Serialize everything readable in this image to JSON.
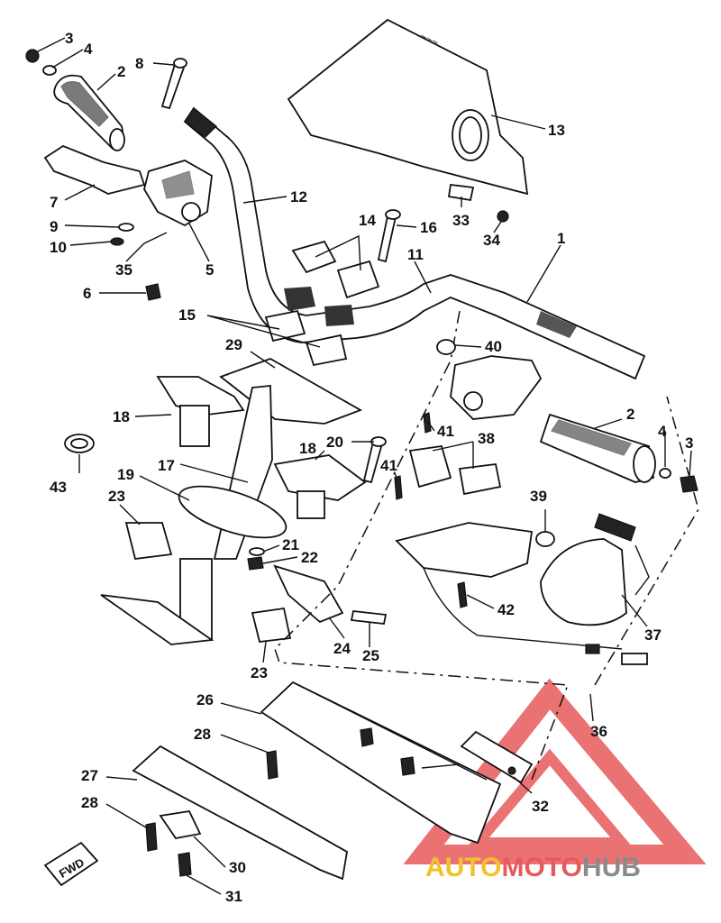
{
  "colors": {
    "line": "#111111",
    "watermark_red": "#e85a5a",
    "watermark_yellow": "#f2c12e",
    "watermark_gray": "#8a8a8a"
  },
  "callouts": [
    {
      "id": "c3a",
      "text": "3"
    },
    {
      "id": "c4a",
      "text": "4"
    },
    {
      "id": "c2a",
      "text": "2"
    },
    {
      "id": "c8",
      "text": "8"
    },
    {
      "id": "c13",
      "text": "13"
    },
    {
      "id": "c7",
      "text": "7"
    },
    {
      "id": "c12",
      "text": "12"
    },
    {
      "id": "c9",
      "text": "9"
    },
    {
      "id": "c10",
      "text": "10"
    },
    {
      "id": "c35",
      "text": "35"
    },
    {
      "id": "c5",
      "text": "5"
    },
    {
      "id": "c14",
      "text": "14"
    },
    {
      "id": "c16",
      "text": "16"
    },
    {
      "id": "c33",
      "text": "33"
    },
    {
      "id": "c34",
      "text": "34"
    },
    {
      "id": "c11",
      "text": "11"
    },
    {
      "id": "c1",
      "text": "1"
    },
    {
      "id": "c6",
      "text": "6"
    },
    {
      "id": "c15",
      "text": "15"
    },
    {
      "id": "c40",
      "text": "40"
    },
    {
      "id": "c29",
      "text": "29"
    },
    {
      "id": "c18a",
      "text": "18"
    },
    {
      "id": "c2b",
      "text": "2"
    },
    {
      "id": "c41a",
      "text": "41"
    },
    {
      "id": "c38",
      "text": "38"
    },
    {
      "id": "c4b",
      "text": "4"
    },
    {
      "id": "c3b",
      "text": "3"
    },
    {
      "id": "c20",
      "text": "20"
    },
    {
      "id": "c18b",
      "text": "18"
    },
    {
      "id": "c43",
      "text": "43"
    },
    {
      "id": "c17",
      "text": "17"
    },
    {
      "id": "c41b",
      "text": "41"
    },
    {
      "id": "c19",
      "text": "19"
    },
    {
      "id": "c23a",
      "text": "23"
    },
    {
      "id": "c39",
      "text": "39"
    },
    {
      "id": "c21",
      "text": "21"
    },
    {
      "id": "c22",
      "text": "22"
    },
    {
      "id": "c42",
      "text": "42"
    },
    {
      "id": "c37",
      "text": "37"
    },
    {
      "id": "c24",
      "text": "24"
    },
    {
      "id": "c25",
      "text": "25"
    },
    {
      "id": "c23b",
      "text": "23"
    },
    {
      "id": "c26",
      "text": "26"
    },
    {
      "id": "c36",
      "text": "36"
    },
    {
      "id": "c28a",
      "text": "28"
    },
    {
      "id": "c27",
      "text": "27"
    },
    {
      "id": "c32",
      "text": "32"
    },
    {
      "id": "c28b",
      "text": "28"
    },
    {
      "id": "c30",
      "text": "30"
    },
    {
      "id": "c31",
      "text": "31"
    }
  ],
  "fwd_label": "FWD",
  "watermark": {
    "part1": "AUTO",
    "part2": "MOTO",
    "part3": "HUB"
  }
}
